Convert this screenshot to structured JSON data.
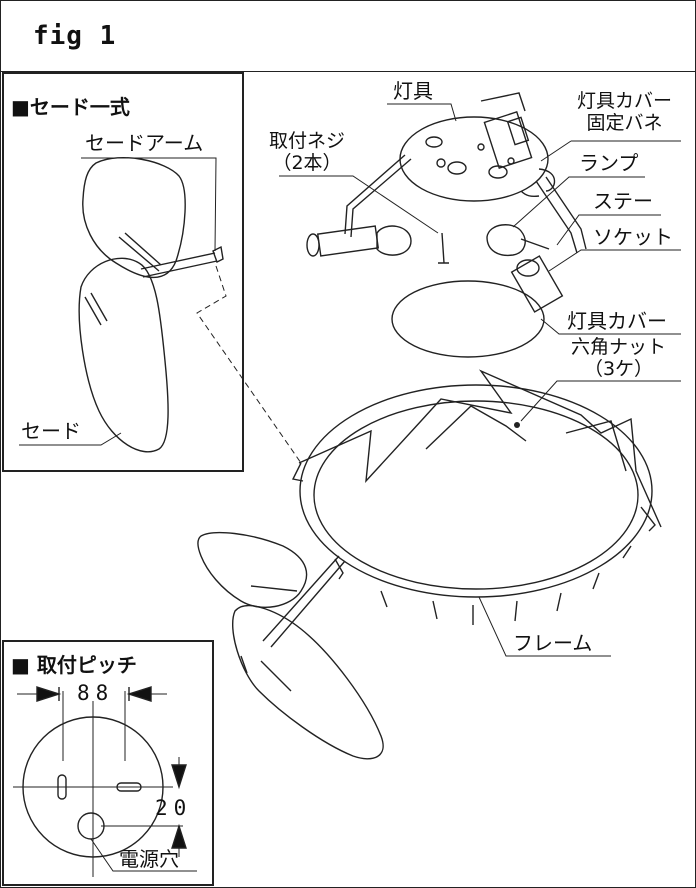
{
  "figure": {
    "title": "fig 1"
  },
  "shade_panel": {
    "heading": "■セード一式",
    "labels": {
      "shade_arm": "セードアーム",
      "shade": "セード"
    }
  },
  "exploded_view": {
    "labels": {
      "fixture": "灯具",
      "fixture_cover_spring_line1": "灯具カバー",
      "fixture_cover_spring_line2": "固定バネ",
      "mount_screw_line1": "取付ネジ",
      "mount_screw_line2": "（2本）",
      "lamp": "ランプ",
      "stay": "ステー",
      "socket": "ソケット",
      "fixture_cover": "灯具カバー",
      "hex_nut_line1": "六角ナット",
      "hex_nut_line2": "（3ケ）",
      "frame": "フレーム"
    }
  },
  "pitch_panel": {
    "heading": "■ 取付ピッチ",
    "pitch_value": "88",
    "offset_value": "20",
    "power_hole_label": "電源穴"
  }
}
